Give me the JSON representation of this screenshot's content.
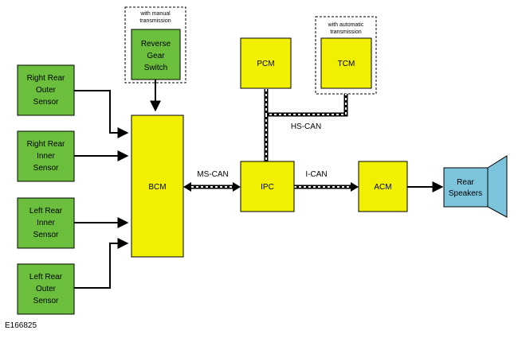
{
  "diagram": {
    "figure_id": "E166825",
    "colors": {
      "sensor_fill": "#6cbf3c",
      "module_fill": "#f0f000",
      "speaker_fill": "#7cc3dc",
      "line": "#000000"
    },
    "sensors": {
      "right_outer": [
        "Right Rear",
        "Outer",
        "Sensor"
      ],
      "right_inner": [
        "Right Rear",
        "Inner",
        "Sensor"
      ],
      "left_inner": [
        "Left Rear",
        "Inner",
        "Sensor"
      ],
      "left_outer": [
        "Left Rear",
        "Outer",
        "Sensor"
      ]
    },
    "reverse_switch": {
      "note": [
        "with manual",
        "transmission"
      ],
      "label": [
        "Reverse",
        "Gear",
        "Switch"
      ]
    },
    "modules": {
      "bcm": "BCM",
      "ipc": "IPC",
      "pcm": "PCM",
      "tcm": "TCM",
      "acm": "ACM"
    },
    "tcm_note": [
      "with automatic",
      "transmission"
    ],
    "buses": {
      "ms_can": "MS-CAN",
      "hs_can": "HS-CAN",
      "i_can": "I-CAN"
    },
    "speaker": [
      "Rear",
      "Speakers"
    ]
  }
}
